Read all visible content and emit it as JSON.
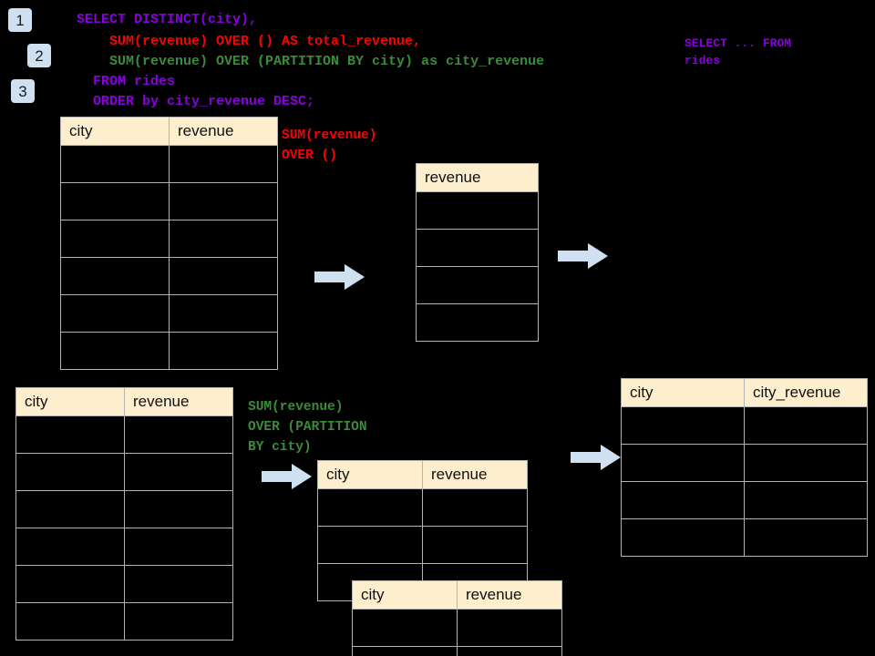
{
  "page": {
    "background": "#000000",
    "header_fill": "#fdeecd",
    "border_color": "#b4b4b4",
    "badge_fill": "#cfe0f0",
    "arrow_fill": "#cfe0f0",
    "accent_purple": "#8800dd",
    "accent_red": "#ff0000",
    "accent_green": "#3b8b3b"
  },
  "badges": [
    {
      "label": "1"
    },
    {
      "label": "2"
    },
    {
      "label": "3"
    }
  ],
  "query": {
    "line1": "SELECT DISTINCT(city),",
    "line2": "    SUM(revenue) OVER () AS total_revenue,",
    "line3": "    SUM(revenue) OVER (PARTITION BY city) as city_revenue",
    "line4": "  FROM rides",
    "line5": "  ORDER by city_revenue DESC;"
  },
  "side_note": {
    "line1": "SELECT ... FROM",
    "line2": "rides"
  },
  "annotations": {
    "total": "SUM(revenue)\nOVER ()",
    "partition": "SUM(revenue)\nOVER (PARTITION\nBY city)"
  },
  "tables": {
    "rides_top": {
      "name": "rides-source-table-top",
      "headers": [
        "city",
        "revenue"
      ],
      "row_count": 6
    },
    "total_revenue": {
      "name": "total-revenue-table",
      "headers": [
        "revenue"
      ],
      "row_count": 4
    },
    "rides_bottom": {
      "name": "rides-source-table-bottom",
      "headers": [
        "city",
        "revenue"
      ],
      "row_count": 6
    },
    "partition_back": {
      "name": "partition-table-back",
      "headers": [
        "city",
        "revenue"
      ],
      "row_count": 3
    },
    "partition_front": {
      "name": "partition-table-front",
      "headers": [
        "city",
        "revenue"
      ],
      "row_count": 2
    },
    "result": {
      "name": "result-table",
      "headers": [
        "city",
        "city_revenue"
      ],
      "row_count": 4
    }
  },
  "arrows": [
    {
      "name": "arrow-rides-to-total"
    },
    {
      "name": "arrow-total-to-result"
    },
    {
      "name": "arrow-rides-to-partition"
    },
    {
      "name": "arrow-partition-to-result"
    }
  ]
}
